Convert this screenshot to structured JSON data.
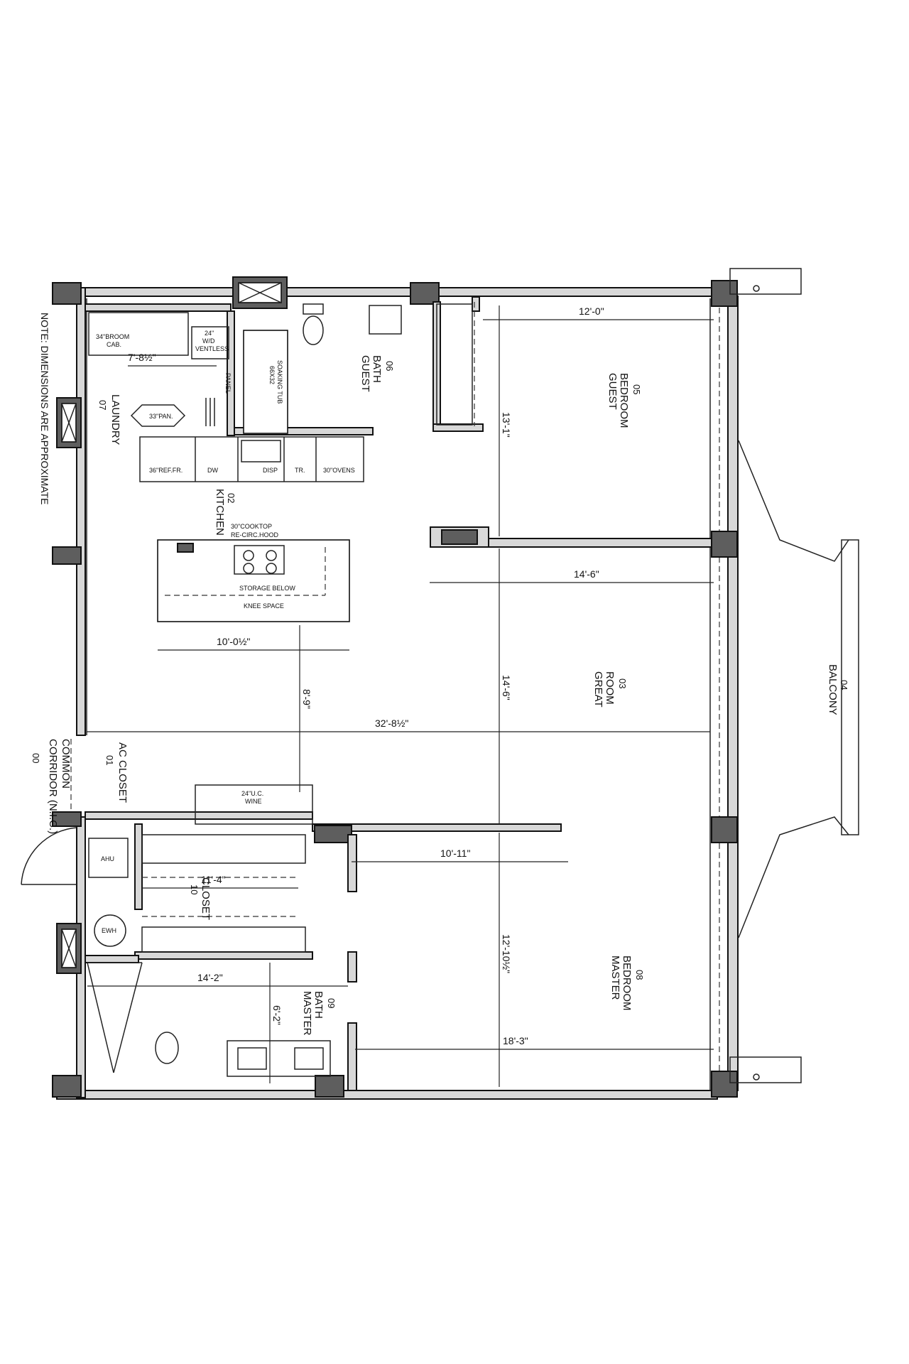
{
  "note": "NOTE: DIMENSIONS ARE APPROXIMATE",
  "rooms": {
    "corridor": {
      "name_line1": "COMMON",
      "name_line2": "CORRIDOR (N.I.C.)",
      "number": "00"
    },
    "ac_closet": {
      "name": "AC CLOSET",
      "number": "01"
    },
    "kitchen": {
      "name": "KITCHEN",
      "number": "02"
    },
    "great_room": {
      "name_line1": "GREAT",
      "name_line2": "ROOM",
      "number": "03"
    },
    "balcony": {
      "name": "BALCONY",
      "number": "04"
    },
    "guest_bedroom": {
      "name_line1": "GUEST",
      "name_line2": "BEDROOM",
      "number": "05"
    },
    "guest_bath": {
      "name_line1": "GUEST",
      "name_line2": "BATH",
      "number": "06"
    },
    "laundry": {
      "name": "LAUNDRY",
      "number": "07"
    },
    "master_bedroom": {
      "name_line1": "MASTER",
      "name_line2": "BEDROOM",
      "number": "08"
    },
    "master_bath": {
      "name_line1": "MASTER",
      "name_line2": "BATH",
      "number": "09"
    },
    "closet": {
      "name": "CLOSET",
      "number": "10"
    }
  },
  "dimensions": {
    "laundry_width": "7'-8½\"",
    "guest_bed_width": "12'-0\"",
    "guest_bed_depth": "13'-1\"",
    "great_width": "14'-6\"",
    "great_depth": "14'-6\"",
    "island_length": "10'-0½\"",
    "kitchen_depth": "8'-9\"",
    "overall": "32'-8½\"",
    "master_closet_width": "10'-11\"",
    "closet_width": "11'-4\"",
    "master_bath_width": "14'-2\"",
    "master_bath_depth": "6'-2\"",
    "master_bed_depth": "12'-10½\"",
    "master_bed_width": "18'-3\""
  },
  "fixtures": {
    "broom_cab_1": "34\"BROOM",
    "broom_cab_2": "CAB.",
    "wd_1": "24\"",
    "wd_2": "W/D",
    "wd_3": "VENTLESS",
    "panel": "PANEL",
    "tub_1": "66X32",
    "tub_2": "SOAKING TUB",
    "pan": "33\"PAN.",
    "ref": "36\"REF.FR.",
    "dw": "DW",
    "disp": "DISP",
    "tr": "TR.",
    "ovens": "30\"OVENS",
    "cooktop": "30\"COOKTOP",
    "hood": "RE-CIRC.HOOD",
    "storage": "STORAGE BELOW",
    "knee": "KNEE SPACE",
    "wine_1": "24\"U.C.",
    "wine_2": "WINE",
    "ahu": "AHU",
    "ewh": "EWH"
  }
}
